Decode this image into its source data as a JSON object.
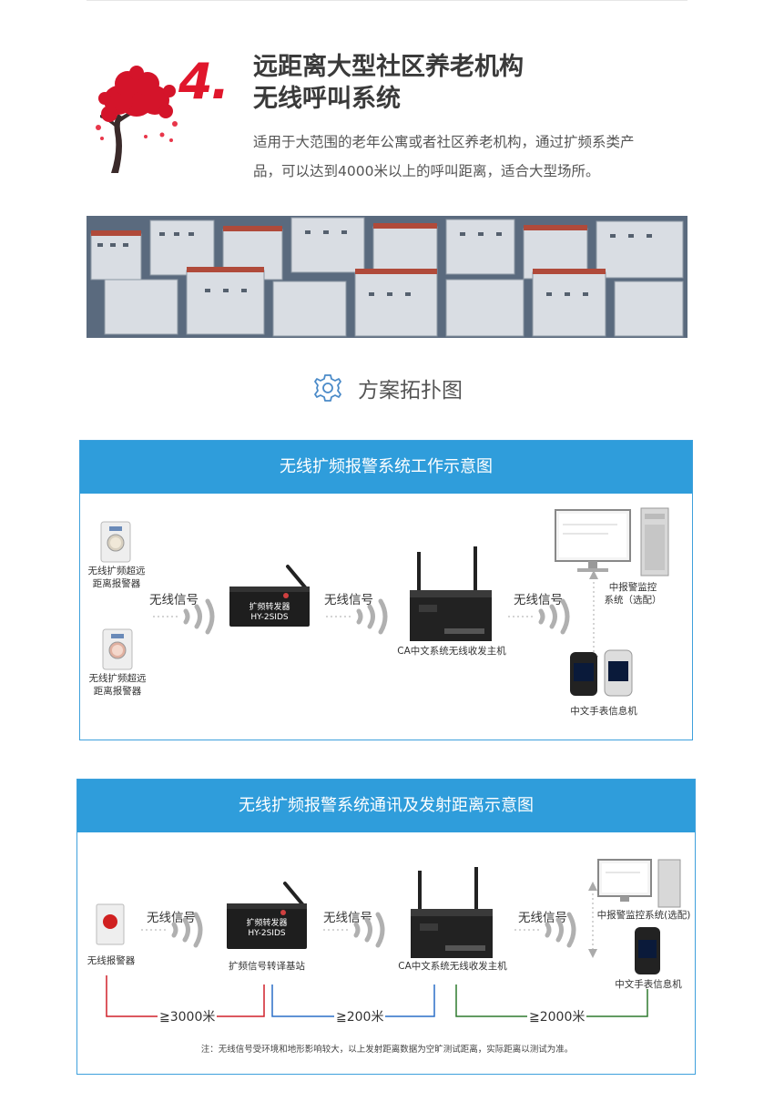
{
  "header": {
    "number": "4.",
    "title_line1": "远距离大型社区养老机构",
    "title_line2": "无线呼叫系统",
    "desc_line1": "适用于大范围的老年公寓或者社区养老机构，通过扩频系类产",
    "desc_line2": "品，可以达到4000米以上的呼叫距离，适合大型场所。"
  },
  "topology": {
    "title": "方案拓扑图"
  },
  "diagram1": {
    "title": "无线扩频报警系统工作示意图",
    "alarm1_line1": "无线扩频超远",
    "alarm1_line2": "距离报警器",
    "alarm2_line1": "无线扩频超远",
    "alarm2_line2": "距离报警器",
    "signal": "无线信号",
    "relay_label_1": "扩频转发器",
    "relay_label_2": "HY-2SIDS",
    "host_label": "CA中文系统无线收发主机",
    "monitor_line1": "中报警监控",
    "monitor_line2": "系统（选配）",
    "watch_label": "中文手表信息机"
  },
  "diagram2": {
    "title": "无线扩频报警系统通讯及发射距离示意图",
    "alarm_label": "无线报警器",
    "signal": "无线信号",
    "relay_label_1": "扩频转发器",
    "relay_label_2": "HY-2SIDS",
    "station_label": "扩频信号转译基站",
    "host_label": "CA中文系统无线收发主机",
    "monitor_label": "中报警监控系统(选配)",
    "watch_label": "中文手表信息机",
    "dist1": "≧3000米",
    "dist2": "≧200米",
    "dist3": "≧2000米",
    "note": "注：无线信号受环境和地形影响较大，以上发射距离数据为空旷测试距离，实际距离以测试为准。"
  },
  "colors": {
    "accent_red": "#e0162b",
    "panel_blue": "#2f9ddb",
    "line_red": "#d0202a",
    "line_blue": "#2a6fc7",
    "line_green": "#2f7a2f"
  }
}
